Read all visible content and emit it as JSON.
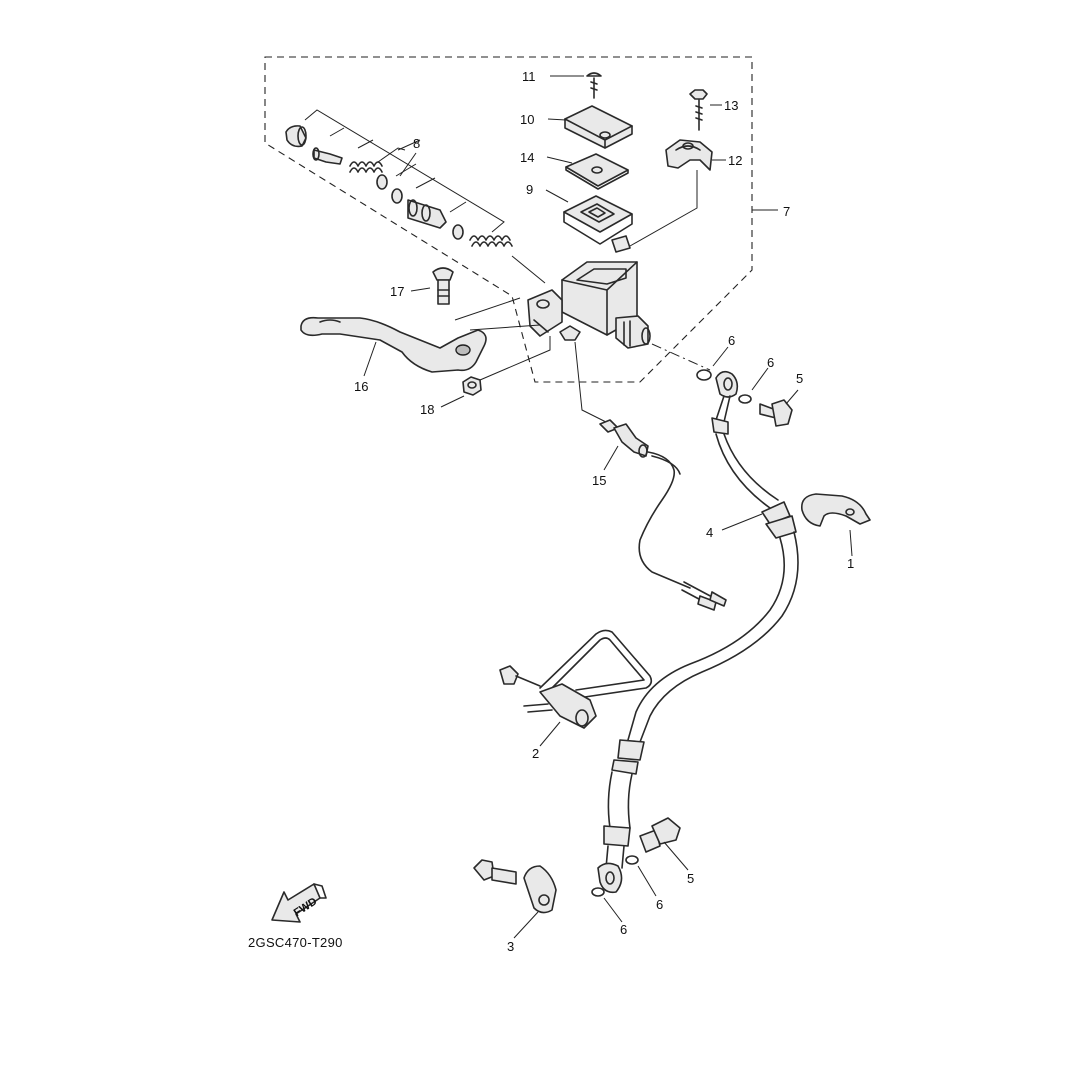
{
  "callouts": {
    "p1": "1",
    "p2": "2",
    "p3": "3",
    "p4": "4",
    "p5a": "5",
    "p5b": "5",
    "p6a": "6",
    "p6b": "6",
    "p6c": "6",
    "p6d": "6",
    "p7": "7",
    "p8": "8",
    "p9": "9",
    "p10": "10",
    "p11": "11",
    "p12": "12",
    "p13": "13",
    "p14": "14",
    "p15": "15",
    "p16": "16",
    "p17": "17",
    "p18": "18"
  },
  "fwd_label": "FWD",
  "diagram_code": "2GSC470-T290"
}
